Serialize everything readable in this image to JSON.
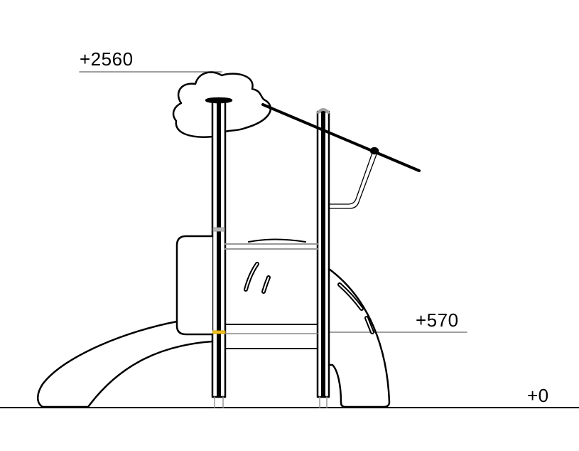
{
  "levels": {
    "top": "+2560",
    "platform": "+570",
    "ground": "+0"
  },
  "colors": {
    "line": "#000000",
    "dimension_line": "#808080",
    "cap": "#a0a0a0",
    "marker": "#f0c020"
  }
}
